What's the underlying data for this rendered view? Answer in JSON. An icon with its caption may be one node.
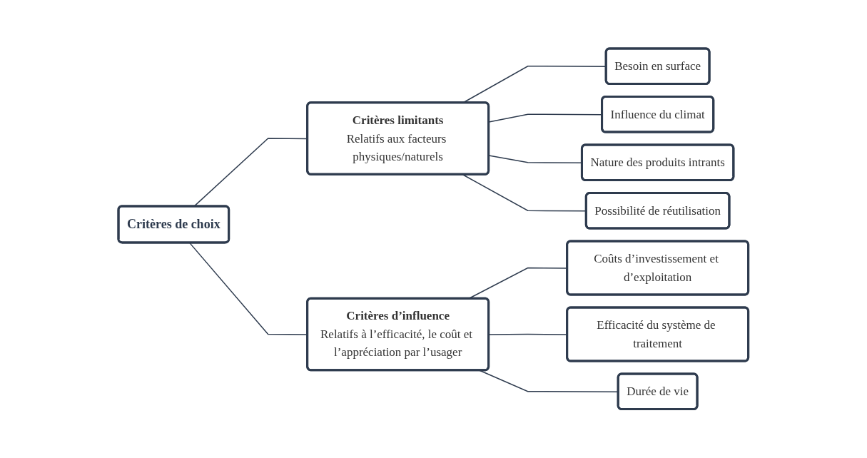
{
  "diagram": {
    "nodes": [
      {
        "text": [
          "Critères de choix"
        ]
      },
      {
        "text": [
          "Critères limitants",
          "Relatifs aux facteurs physiques/naturels"
        ]
      },
      {
        "text": [
          "Critères d’influence",
          "Relatifs à l’efficacité, le coût et l’appréciation par l’usager"
        ]
      },
      {
        "text": [
          "Besoin en surface"
        ]
      },
      {
        "text": [
          "Influence du climat"
        ]
      },
      {
        "text": [
          "Nature des produits intrants"
        ]
      },
      {
        "text": [
          "Possibilité de réutilisation"
        ]
      },
      {
        "text": [
          "Coûts d’investissement et d’exploitation"
        ]
      },
      {
        "text": [
          "Efficacité du système de traitement"
        ]
      },
      {
        "text": [
          "Durée de vie"
        ]
      }
    ],
    "edges": [
      {
        "from": 0,
        "to": 1,
        "arrow": "none"
      },
      {
        "from": 0,
        "to": 2,
        "arrow": "none"
      },
      {
        "from": 1,
        "to": 3,
        "arrow": "none"
      },
      {
        "from": 1,
        "to": 4,
        "arrow": "none"
      },
      {
        "from": 1,
        "to": 5,
        "arrow": "none"
      },
      {
        "from": 1,
        "to": 6,
        "arrow": "none"
      },
      {
        "from": 2,
        "to": 7,
        "arrow": "none"
      },
      {
        "from": 2,
        "to": 8,
        "arrow": "none"
      },
      {
        "from": 2,
        "to": 9,
        "arrow": "none"
      }
    ]
  }
}
